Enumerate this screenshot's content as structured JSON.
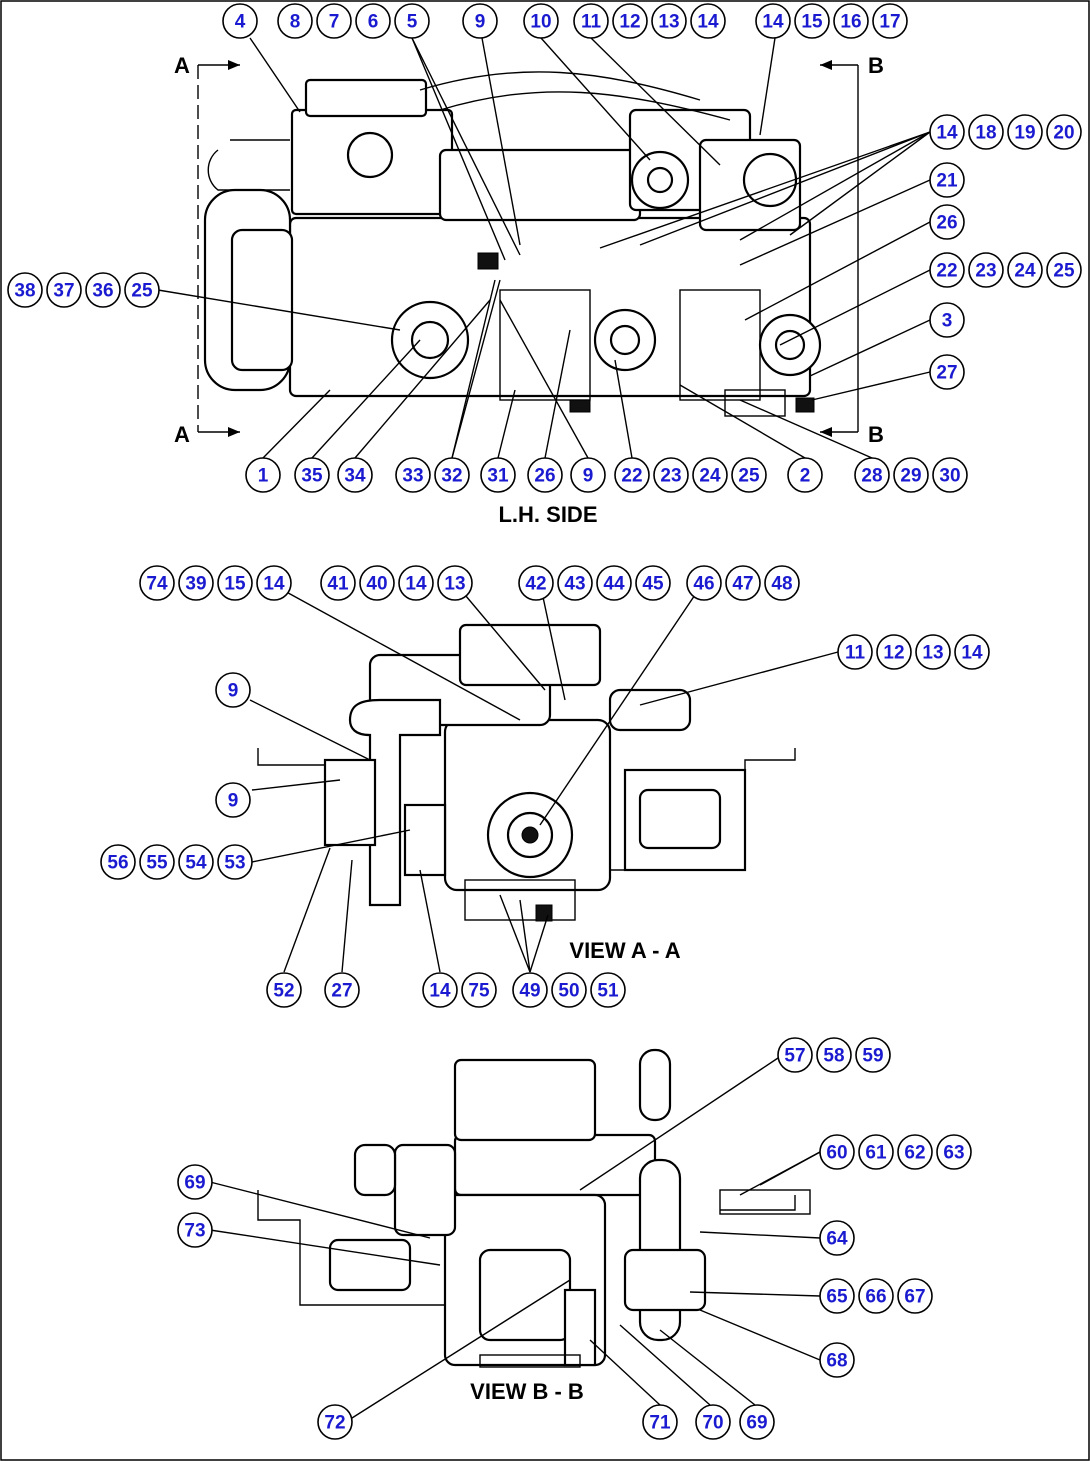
{
  "views": {
    "lh_side": {
      "title": "L.H. SIDE",
      "section_a_top": "A",
      "section_a_bottom": "A",
      "section_b_top": "B",
      "section_b_bottom": "B",
      "callouts_top": [
        "4",
        "8",
        "7",
        "6",
        "5",
        "9",
        "10",
        "11",
        "12",
        "13",
        "14",
        "14",
        "15",
        "16",
        "17"
      ],
      "callouts_right": [
        "14",
        "18",
        "19",
        "20",
        "21",
        "26",
        "22",
        "23",
        "24",
        "25",
        "3",
        "27"
      ],
      "callouts_left": [
        "38",
        "37",
        "36",
        "25"
      ],
      "callouts_bottom": [
        "1",
        "35",
        "34",
        "33",
        "32",
        "31",
        "26",
        "9",
        "22",
        "23",
        "24",
        "25",
        "2",
        "28",
        "29",
        "30"
      ]
    },
    "view_a": {
      "title": "VIEW A - A",
      "callouts_top": [
        "74",
        "39",
        "15",
        "14",
        "41",
        "40",
        "14",
        "13",
        "42",
        "43",
        "44",
        "45",
        "46",
        "47",
        "48"
      ],
      "callouts_right": [
        "11",
        "12",
        "13",
        "14"
      ],
      "callouts_left": [
        "9",
        "9",
        "56",
        "55",
        "54",
        "53"
      ],
      "callouts_bottom": [
        "52",
        "27",
        "14",
        "75",
        "49",
        "50",
        "51"
      ]
    },
    "view_b": {
      "title": "VIEW B - B",
      "callouts_top": [
        "57",
        "58",
        "59"
      ],
      "callouts_right": [
        "60",
        "61",
        "62",
        "63",
        "64",
        "65",
        "66",
        "67",
        "68"
      ],
      "callouts_left": [
        "69",
        "73"
      ],
      "callouts_bottom": [
        "72",
        "71",
        "70",
        "69"
      ]
    }
  },
  "colors": {
    "callout_text": "#1a1ad0",
    "line": "#000000",
    "background": "#ffffff"
  }
}
